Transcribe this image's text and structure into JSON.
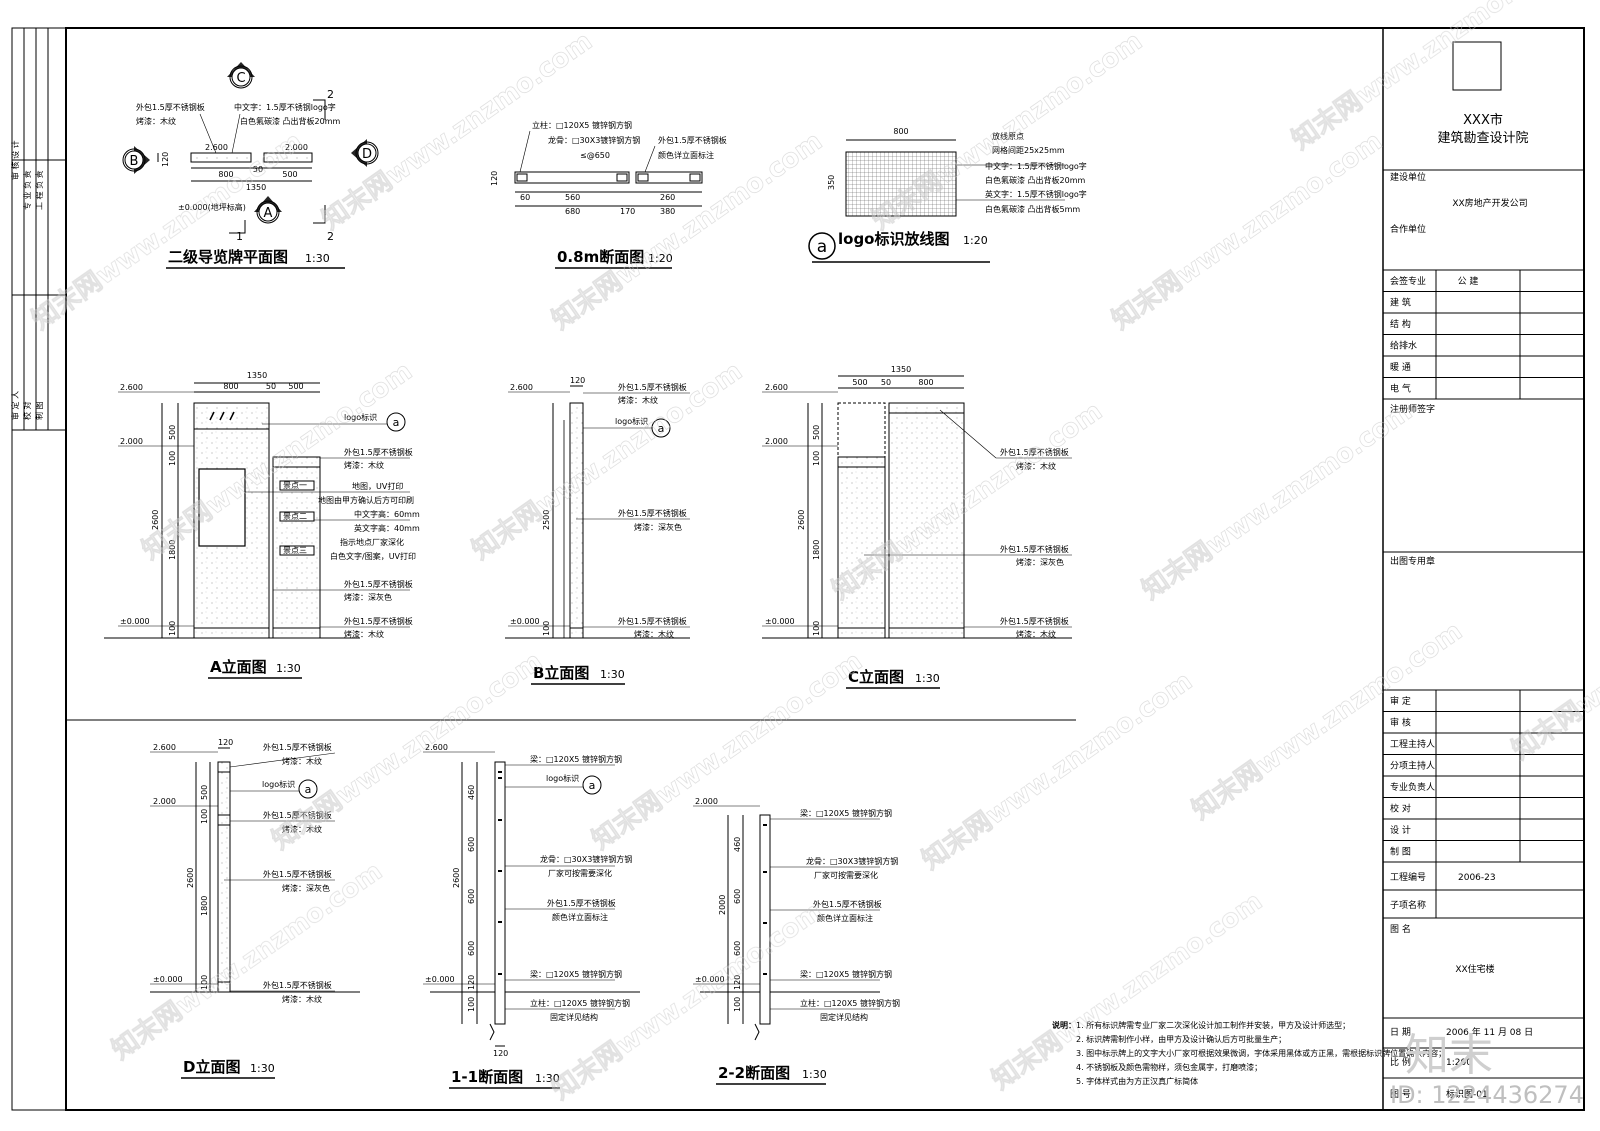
{
  "colors": {
    "line": "#000000",
    "watermark": "#d9d9d9",
    "panel_fill": "#f2f2f2"
  },
  "left_strip": {
    "col1": "审 核 设 计",
    "col2": "专 业 负 责",
    "col3": "工 程 负 责",
    "col4": "审 定 人",
    "col5": "校 对",
    "col6": "制 图"
  },
  "titleblock": {
    "logo": "square-logo",
    "institute_line1": "XXX市",
    "institute_line2": "建筑勘查设计院",
    "client_label": "建设单位",
    "client_value": "XX房地产开发公司",
    "partner_label": "合作单位",
    "disciplines": [
      {
        "label": "会签专业",
        "value": "公 建"
      },
      {
        "label": "建 筑",
        "value": ""
      },
      {
        "label": "结 构",
        "value": ""
      },
      {
        "label": "给排水",
        "value": ""
      },
      {
        "label": "暖 通",
        "value": ""
      },
      {
        "label": "电 气",
        "value": ""
      }
    ],
    "reg_label": "注册师签字",
    "seal_label": "出图专用章",
    "roles": [
      "审 定",
      "审 核",
      "工程主持人",
      "分项主持人",
      "专业负责人",
      "校 对",
      "设 计",
      "制 图"
    ],
    "project_no_label": "工程编号",
    "project_no": "2006-23",
    "subproject_label": "子项名称",
    "drawing_label": "图 名",
    "drawing_value": "XX住宅楼",
    "date_label": "日 期",
    "date_value": "2006 年 11 月 08 日",
    "scale_label": "比 例",
    "scale_value": "1:200",
    "sheet_label": "图 号",
    "sheet_value": "标识图-01"
  },
  "views": {
    "plan": {
      "title": "二级导览牌平面图",
      "scale": "1:30",
      "n1": "外包1.5厚不锈钢板",
      "n2": "烤漆：木纹",
      "n3": "中文字：1.5厚不锈钢logo字",
      "n4": "白色氟碳漆 凸出背板20mm",
      "d_total": "1350",
      "d_a": "800",
      "d_b": "50",
      "d_c": "500",
      "lv1": "2.600",
      "lv2": "2.000",
      "lv0": "±0.000(地坪标高)",
      "d120": "120",
      "mA": "A",
      "mB": "B",
      "mC": "C",
      "mD": "D",
      "s1": "1",
      "s2": "2"
    },
    "sec08": {
      "title": "0.8m断面图",
      "scale": "1:20",
      "n1": "立柱：□120X5 镀锌钢方钢",
      "n2": "龙骨：□30X3镀锌钢方钢",
      "n3": "≤@650",
      "n4": "外包1.5厚不锈钢板",
      "n5": "颜色详立面标注",
      "d1": "60",
      "d2": "560",
      "d3": "680",
      "d4": "260",
      "d5": "380",
      "d6": "170",
      "d7": "120"
    },
    "logo": {
      "title": "logo标识放线图",
      "scale": "1:20",
      "marker": "a",
      "n1": "放线原点",
      "n2": "网格间距25x25mm",
      "n3": "中文字：1.5厚不锈钢logo字",
      "n4": "白色氟碳漆 凸出背板20mm",
      "n5": "英文字：1.5厚不锈钢logo字",
      "n6": "白色氟碳漆 凸出背板5mm",
      "w": "800",
      "h": "350"
    },
    "elevA": {
      "title": "A立面图",
      "scale": "1:30",
      "n1": "logo标识",
      "n2": "外包1.5厚不锈钢板",
      "n3": "烤漆：木纹",
      "n4": "地图，UV打印",
      "n5": "地图由甲方确认后方可印刷",
      "n6": "中文字高：60mm",
      "n7": "英文字高：40mm",
      "n8": "指示地点厂家深化",
      "n9": "白色文字/图案，UV打印",
      "n10": "外包1.5厚不锈钢板",
      "n11": "烤漆：深灰色",
      "n12": "外包1.5厚不锈钢板",
      "n13": "烤漆：木纹",
      "sign1": "景点一",
      "sign2": "景点二",
      "sign3": "景点三",
      "d_total": "1350",
      "d_a": "800",
      "d_b": "50",
      "d_c": "500",
      "h1": "500",
      "h2": "100",
      "h3": "1800",
      "h4": "100",
      "h5": "2600",
      "lv1": "2.600",
      "lv2": "2.000",
      "lv0": "±0.000"
    },
    "elevB": {
      "title": "B立面图",
      "scale": "1:30",
      "n1": "外包1.5厚不锈钢板",
      "n2": "烤漆：木纹",
      "n3": "logo标识",
      "n4": "外包1.5厚不锈钢板",
      "n5": "烤漆：深灰色",
      "n6": "外包1.5厚不锈钢板",
      "n7": "烤漆：木纹",
      "d120": "120",
      "h1": "2500",
      "h2": "100",
      "lv1": "2.600",
      "lv0": "±0.000"
    },
    "elevC": {
      "title": "C立面图",
      "scale": "1:30",
      "n1": "外包1.5厚不锈钢板",
      "n2": "烤漆：木纹",
      "n3": "外包1.5厚不锈钢板",
      "n4": "烤漆：深灰色",
      "n5": "外包1.5厚不锈钢板",
      "n6": "烤漆：木纹",
      "d_total": "1350",
      "d_a": "500",
      "d_b": "50",
      "d_c": "800",
      "h1": "500",
      "h2": "100",
      "h3": "1800",
      "h4": "100",
      "h5": "2600",
      "lv1": "2.600",
      "lv2": "2.000",
      "lv0": "±0.000"
    },
    "elevD": {
      "title": "D立面图",
      "scale": "1:30",
      "n1": "外包1.5厚不锈钢板",
      "n2": "烤漆：木纹",
      "n3": "logo标识",
      "n4": "外包1.5厚不锈钢板",
      "n5": "烤漆：木纹",
      "n6": "外包1.5厚不锈钢板",
      "n7": "烤漆：深灰色",
      "n8": "外包1.5厚不锈钢板",
      "n9": "烤漆：木纹",
      "d120": "120",
      "h1": "500",
      "h2": "100",
      "h3": "1800",
      "h4": "100",
      "h5": "2600",
      "lv1": "2.600",
      "lv2": "2.000",
      "lv0": "±0.000"
    },
    "sec11": {
      "title": "1-1断面图",
      "scale": "1:30",
      "n1": "梁：□120X5 镀锌钢方钢",
      "n2": "logo标识",
      "n3": "龙骨：□30X3镀锌钢方钢",
      "n4": "厂家可按需要深化",
      "n5": "外包1.5厚不锈钢板",
      "n6": "颜色详立面标注",
      "n7": "梁：□120X5 镀锌钢方钢",
      "n8": "立柱：□120X5 镀锌钢方钢",
      "n9": "固定详见结构",
      "h1": "460",
      "h2": "600",
      "h3": "600",
      "h4": "600",
      "h5": "120",
      "h6": "100",
      "h7": "2600",
      "d120": "120",
      "lv1": "2.600",
      "lv0": "±0.000"
    },
    "sec22": {
      "title": "2-2断面图",
      "scale": "1:30",
      "n1": "梁：□120X5 镀锌钢方钢",
      "n2": "龙骨：□30X3镀锌钢方钢",
      "n3": "厂家可按需要深化",
      "n4": "外包1.5厚不锈钢板",
      "n5": "颜色详立面标注",
      "n6": "梁：□120X5 镀锌钢方钢",
      "n7": "立柱：□120X5 镀锌钢方钢",
      "n8": "固定详见结构",
      "h1": "460",
      "h2": "600",
      "h3": "600",
      "h4": "120",
      "h5": "100",
      "h6": "2000",
      "lv1": "2.000",
      "lv0": "±0.000"
    }
  },
  "notes": {
    "heading": "说明：",
    "lines": [
      "1. 所有标识牌需专业厂家二次深化设计加工制作并安装，甲方及设计师选型；",
      "2. 标识牌需制作小样，由甲方及设计确认后方可批量生产；",
      "3. 图中标示牌上的文字大小厂家可根据效果微调，字体采用黑体或方正黑，需根据标识牌位置确认内容；",
      "4. 不锈钢板及颜色需物样，须包金属字，打磨喷漆；",
      "5. 字体样式由为方正汉真广标简体"
    ]
  },
  "watermark": {
    "text": "知末网www.znzmo.com",
    "brand": "知末",
    "id": "ID: 1224436274"
  }
}
